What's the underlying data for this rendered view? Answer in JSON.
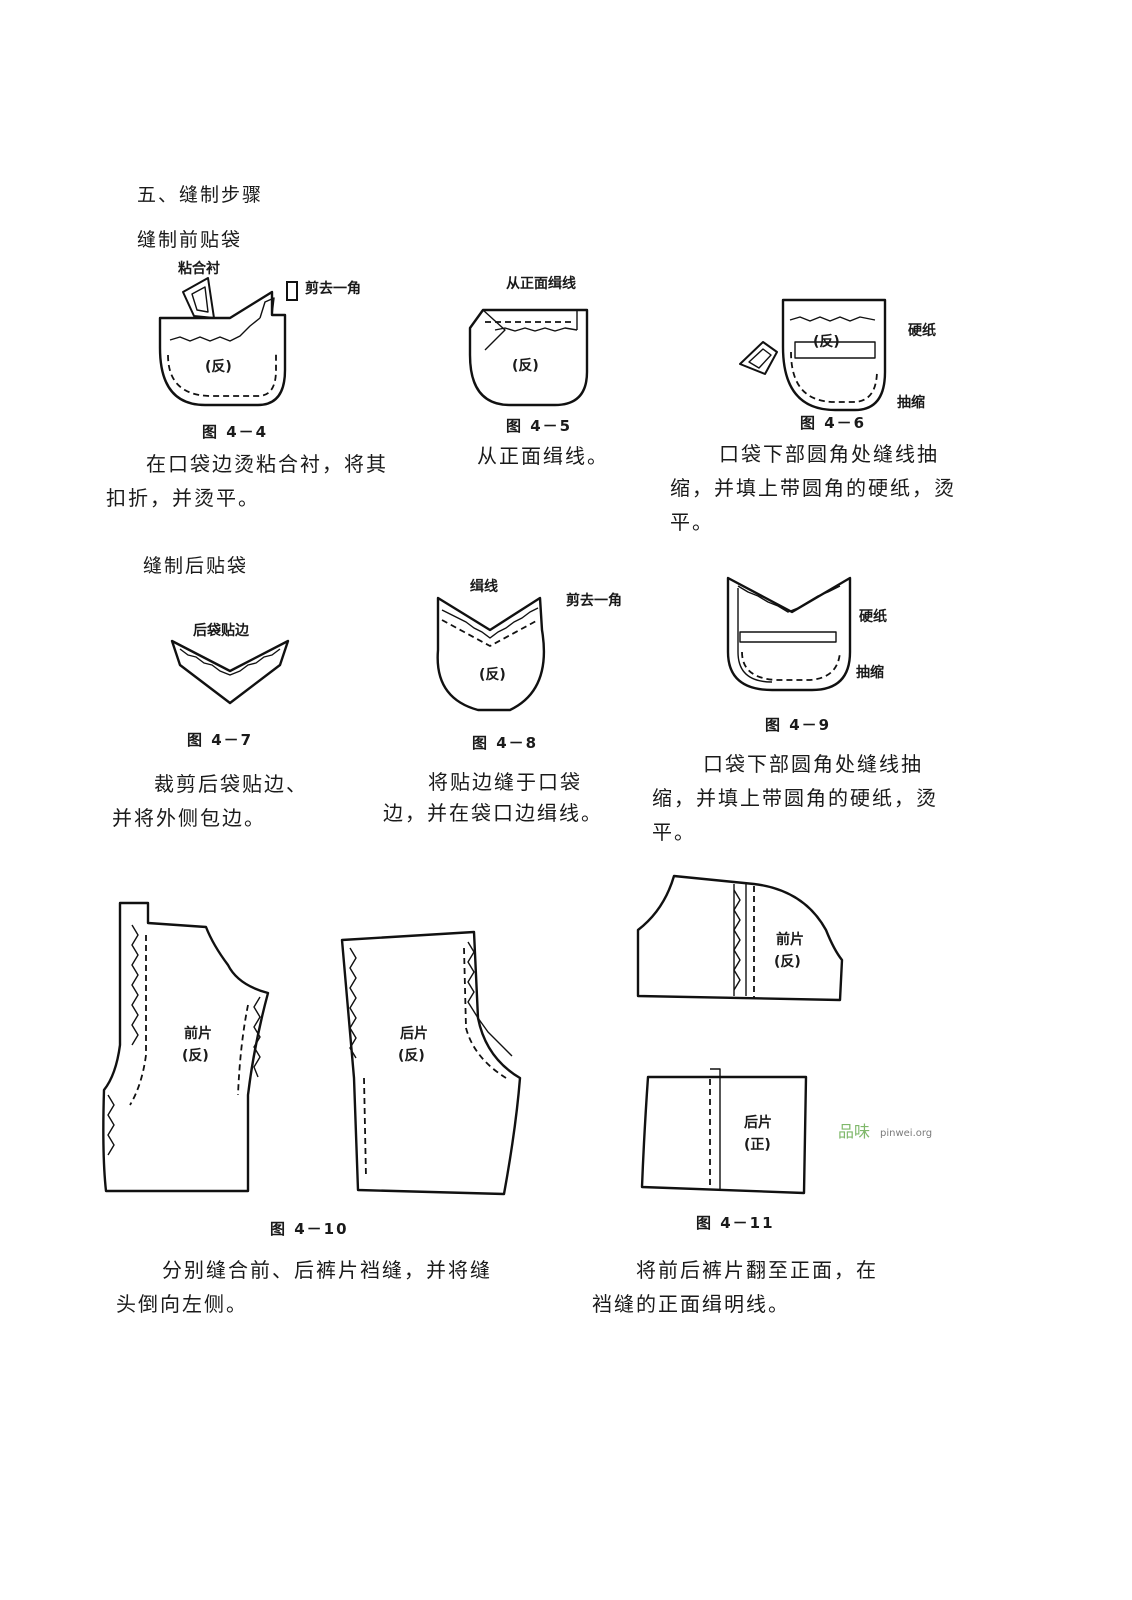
{
  "section_title": "五、缝制步骤",
  "front_pocket": {
    "heading": "缝制前贴袋",
    "fig44": {
      "caption": "图 4－4",
      "label_interfacing": "粘合衬",
      "label_cut": "剪去一角",
      "label_reverse": "(反)",
      "text_l1": "在口袋边烫粘合衬，将其",
      "text_l2": "扣折，并烫平。"
    },
    "fig45": {
      "caption": "图 4－5",
      "label_topstitch": "从正面缉线",
      "label_reverse": "(反)",
      "text_l1": "从正面缉线。"
    },
    "fig46": {
      "caption": "图 4－6",
      "label_card": "硬纸",
      "label_gather": "抽缩",
      "label_reverse": "(反)",
      "text_l1": "口袋下部圆角处缝线抽",
      "text_l2": "缩，并填上带圆角的硬纸，烫",
      "text_l3": "平。"
    }
  },
  "back_pocket": {
    "heading": "缝制后贴袋",
    "fig47": {
      "caption": "图 4－7",
      "label_facing": "后袋贴边",
      "text_l1": "裁剪后袋贴边、",
      "text_l2": "并将外侧包边。"
    },
    "fig48": {
      "caption": "图 4－8",
      "label_topstitch": "缉线",
      "label_cut": "剪去一角",
      "label_reverse": "(反)",
      "text_l1": "将贴边缝于口袋",
      "text_l2": "边，并在袋口边缉线。"
    },
    "fig49": {
      "caption": "图 4－9",
      "label_card": "硬纸",
      "label_gather": "抽缩",
      "text_l1": "口袋下部圆角处缝线抽",
      "text_l2": "缩，并填上带圆角的硬纸，烫",
      "text_l3": "平。"
    }
  },
  "trousers": {
    "fig410": {
      "caption": "图 4－10",
      "front_label": "前片",
      "front_sub": "(反)",
      "back_label": "后片",
      "back_sub": "(反)",
      "text_l1": "分别缝合前、后裤片裆缝，并将缝",
      "text_l2": "头倒向左侧。"
    },
    "fig411": {
      "caption": "图 4－11",
      "front_label": "前片",
      "front_sub": "(反)",
      "back_label": "后片",
      "back_sub": "(正)",
      "text_l1": "将前后裤片翻至正面，在",
      "text_l2": "裆缝的正面缉明线。"
    }
  },
  "watermark": {
    "brand": "品味",
    "url": "pinwei.org"
  }
}
